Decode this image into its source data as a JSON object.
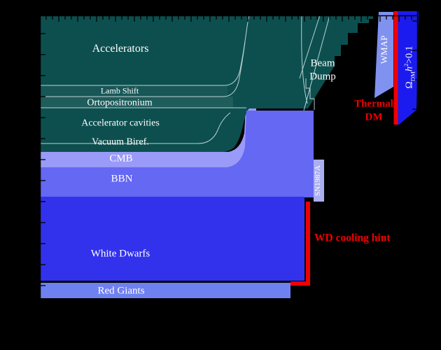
{
  "chart_data": {
    "type": "area",
    "title": "",
    "xlabel": "",
    "ylabel": "",
    "axes_note": "log-log exclusion plot; minor tick marks on top, left and right axes; tick labels not visible against black background",
    "grid": false,
    "legend": false,
    "regions": [
      {
        "name": "Accelerators",
        "color": "#0d4f4f",
        "x": [
          0.0,
          0.88
        ],
        "y": [
          0.0,
          0.46
        ]
      },
      {
        "name": "Lamb Shift",
        "color": "#145a5a",
        "x": [
          0.0,
          0.5
        ],
        "y": [
          0.237,
          0.275
        ]
      },
      {
        "name": "Ortopositronium",
        "color": "#145a5a",
        "x": [
          0.0,
          0.545
        ],
        "y": [
          0.275,
          0.313
        ]
      },
      {
        "name": "Accelerator cavities",
        "color": "#0d4f4f",
        "x": [
          0.0,
          0.52
        ],
        "y": [
          0.313,
          0.4
        ]
      },
      {
        "name": "Vacuum Biref.",
        "color": "#0d4f4f",
        "x": [
          0.0,
          0.42
        ],
        "y": [
          0.4,
          0.46
        ]
      },
      {
        "name": "CMB",
        "color": "#9a9af8",
        "x": [
          0.0,
          0.555
        ],
        "y": [
          0.463,
          0.515
        ]
      },
      {
        "name": "BBN",
        "color": "#6468f3",
        "x": [
          0.0,
          0.724
        ],
        "y": [
          0.515,
          0.617
        ]
      },
      {
        "name": "White Dwarfs",
        "color": "#3232ec",
        "x": [
          0.0,
          0.7
        ],
        "y": [
          0.617,
          0.9
        ]
      },
      {
        "name": "Red Giants",
        "color": "#6f80f0",
        "x": [
          0.0,
          0.663
        ],
        "y": [
          0.907,
          0.958
        ]
      },
      {
        "name": "Beam Dump",
        "color": "#0d4f4f",
        "x": [
          0.69,
          0.8
        ],
        "y": [
          0.14,
          0.33
        ]
      },
      {
        "name": "SN1987A",
        "color": "#abaff0",
        "x": [
          0.724,
          0.752
        ],
        "y": [
          0.489,
          0.632
        ]
      },
      {
        "name": "WMAP",
        "color": "#8092f0",
        "x": [
          0.896,
          0.935
        ],
        "y": [
          -0.012,
          0.28
        ]
      },
      {
        "name": "Omega_DM h^2 > 0.1",
        "color": "#1b1bf0",
        "x": [
          0.95,
          1.0
        ],
        "y": [
          -0.014,
          0.37
        ]
      },
      {
        "name": "Thermal DM",
        "color": "#f00000",
        "x": [
          0.936,
          0.947
        ],
        "y": [
          -0.014,
          0.37
        ]
      },
      {
        "name": "WD cooling hint",
        "color": "#f00000",
        "x": [
          0.663,
          0.715
        ],
        "y": [
          0.632,
          0.917
        ]
      }
    ]
  },
  "labels": {
    "accelerators": "Accelerators",
    "lamb_shift": "Lamb Shift",
    "ortopositronium": "Ortopositronium",
    "accelerator_cavities": "Accelerator cavities",
    "vacuum_biref": "Vacuum Biref.",
    "cmb": "CMB",
    "bbn": "BBN",
    "white_dwarfs": "White Dwarfs",
    "red_giants": "Red Giants",
    "beam": "Beam",
    "dump": "Dump",
    "wmap": "WMAP",
    "sn1987a": "SN1987A",
    "thermal": "Thermal",
    "dm": "DM",
    "wd_cooling_hint": "WD cooling hint"
  },
  "omega_label": {
    "sym": "Ω",
    "sub": "DM",
    "var": "h",
    "sup": "2",
    "rest": ">0.1"
  },
  "colors": {
    "background": "#000000",
    "teal": "#0d4f4f",
    "cmb": "#9a9af8",
    "bbn": "#6468f3",
    "white_dwarfs": "#3232ec",
    "red_giants": "#6f80f0",
    "sn_band": "#abaff0",
    "wmap_band": "#8092f0",
    "omega_band": "#1b1bf0",
    "highlight_red": "#f00000",
    "contour_lines": "#d9e9e9",
    "label_text": "#ffffff"
  }
}
